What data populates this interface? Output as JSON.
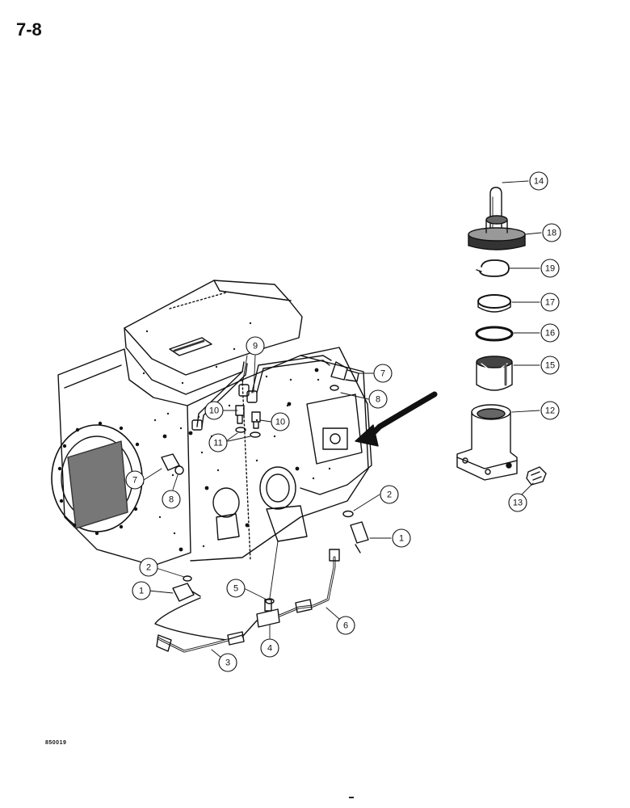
{
  "page": {
    "number": "7-8",
    "figure_code": "850019"
  },
  "colors": {
    "ink": "#111111",
    "paper": "#ffffff",
    "shade": "#555555"
  },
  "callouts": [
    {
      "id": "c14",
      "label": "14"
    },
    {
      "id": "c18",
      "label": "18"
    },
    {
      "id": "c19",
      "label": "19"
    },
    {
      "id": "c17",
      "label": "17"
    },
    {
      "id": "c16",
      "label": "16"
    },
    {
      "id": "c15",
      "label": "15"
    },
    {
      "id": "c12",
      "label": "12"
    },
    {
      "id": "c13",
      "label": "13"
    },
    {
      "id": "c9",
      "label": "9"
    },
    {
      "id": "c7a",
      "label": "7"
    },
    {
      "id": "c8a",
      "label": "8"
    },
    {
      "id": "c10a",
      "label": "10"
    },
    {
      "id": "c10b",
      "label": "10"
    },
    {
      "id": "c11",
      "label": "11"
    },
    {
      "id": "c7b",
      "label": "7"
    },
    {
      "id": "c8b",
      "label": "8"
    },
    {
      "id": "c2a",
      "label": "2"
    },
    {
      "id": "c1a",
      "label": "1"
    },
    {
      "id": "c2b",
      "label": "2"
    },
    {
      "id": "c1b",
      "label": "1"
    },
    {
      "id": "c5",
      "label": "5"
    },
    {
      "id": "c6",
      "label": "6"
    },
    {
      "id": "c4",
      "label": "4"
    },
    {
      "id": "c3",
      "label": "3"
    }
  ]
}
